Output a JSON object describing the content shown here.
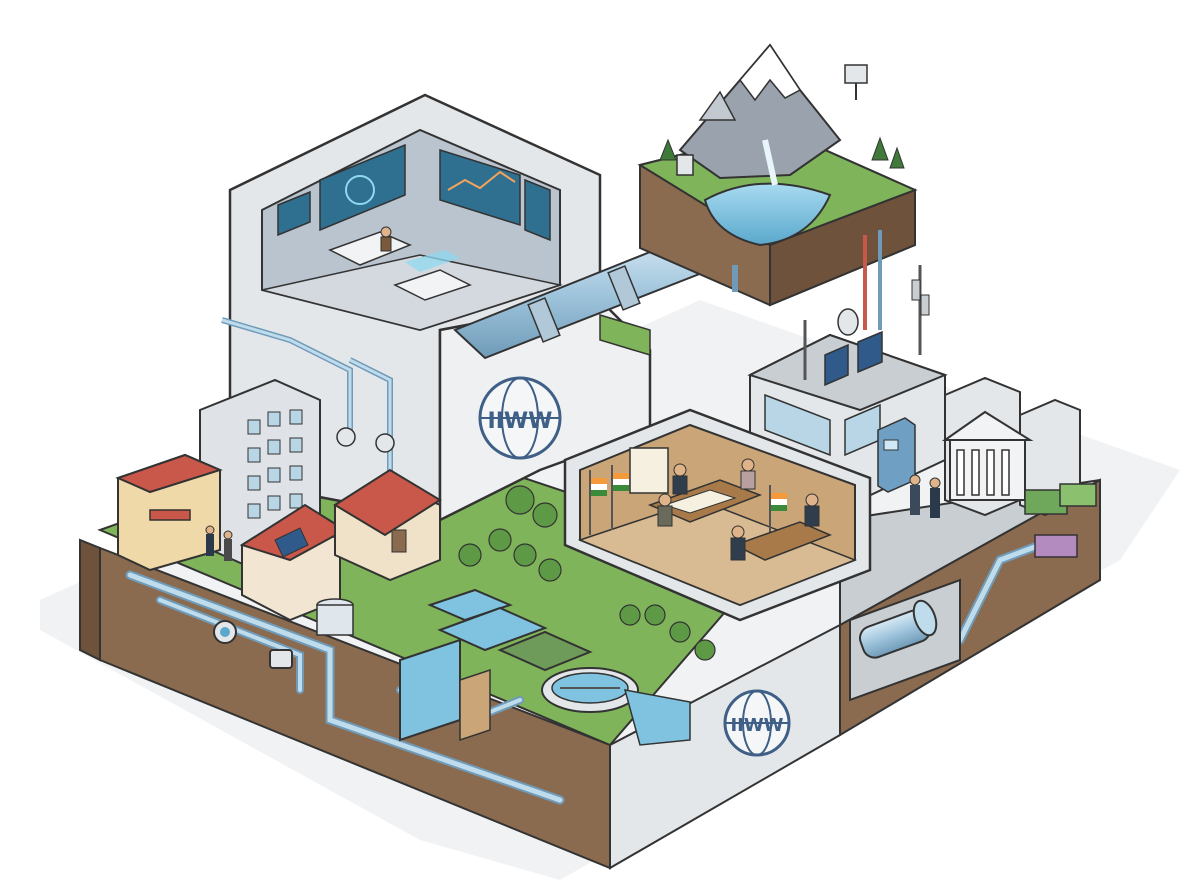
{
  "logos": [
    {
      "text": "IIWW",
      "placement": "central-tower"
    },
    {
      "text": "IIWW",
      "placement": "front-wall"
    }
  ],
  "colors": {
    "background": "#ffffff",
    "building_wall": "#e4e7ea",
    "building_wall_dark": "#c9ced3",
    "soil": "#8b6b4f",
    "soil_dark": "#6f523b",
    "grass": "#7fb45a",
    "water": "#7fc3e0",
    "pipe": "#9fc4dc",
    "logo": "#3f5f86",
    "roof_red": "#c9584a",
    "wood_room": "#c9a578",
    "screen": "#2f6f8f",
    "money": "#6fa85a"
  },
  "scenes": [
    "control-room",
    "mountain-reservoir",
    "telecom-building",
    "bank-district",
    "negotiation-room",
    "residential-houses",
    "water-treatment-plant",
    "underground-pipes",
    "pump-station"
  ],
  "icons": [
    "globe-logo-icon",
    "flag-icon",
    "solar-panel-icon",
    "antenna-icon",
    "atm-icon",
    "money-stack-icon",
    "water-meter-icon",
    "tree-icon"
  ]
}
